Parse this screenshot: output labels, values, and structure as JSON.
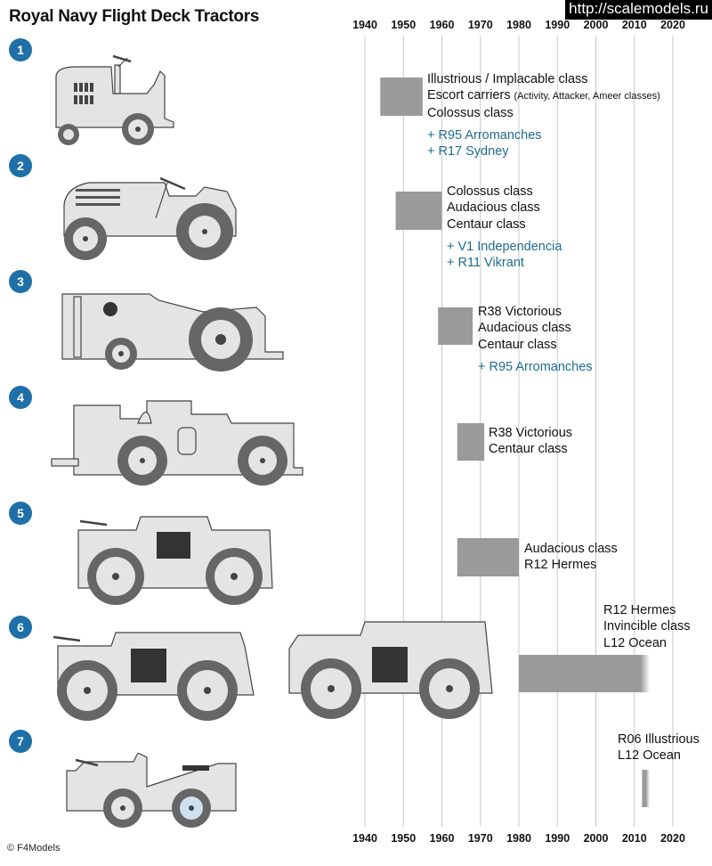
{
  "title": "Royal Navy Flight Deck Tractors",
  "watermark": "http://scalemodels.ru",
  "copyright": "© F4Models",
  "colors": {
    "badge": "#1f6fa8",
    "bar": "#9a9a9a",
    "addition_text": "#1f6c8f",
    "vehicle_fill": "#e4e4e4",
    "tire": "#666666",
    "grid": "#c8c8c8"
  },
  "icons": [
    "tractor-1-icon",
    "tractor-2-icon",
    "tractor-3-icon",
    "tractor-4-icon",
    "tractor-5-icon",
    "tractor-6a-icon",
    "tractor-6b-icon",
    "tractor-7-icon"
  ],
  "chart_data": {
    "type": "bar",
    "orientation": "horizontal",
    "x_axis": {
      "ticks": [
        "1940",
        "1950",
        "1960",
        "1970",
        "1980",
        "1990",
        "2000",
        "2010",
        "2020"
      ],
      "range": [
        1937,
        2027
      ],
      "position": "top-and-bottom",
      "grid": true
    },
    "rows": [
      {
        "id": "1",
        "start": 1944,
        "end": 1955,
        "lines": [
          {
            "text": "Illustrious / Implacable class"
          },
          {
            "text": "Escort carriers",
            "note": "(Activity, Attacker, Ameer classes)"
          },
          {
            "text": "Colossus class"
          }
        ],
        "additions": [
          "+ R95 Arromanches",
          "+ R17 Sydney"
        ]
      },
      {
        "id": "2",
        "start": 1948,
        "end": 1960,
        "lines": [
          {
            "text": "Colossus class"
          },
          {
            "text": "Audacious class"
          },
          {
            "text": "Centaur class"
          }
        ],
        "additions": [
          "+ V1 Independencia",
          "+ R11 Vikrant"
        ]
      },
      {
        "id": "3",
        "start": 1959,
        "end": 1968,
        "lines": [
          {
            "text": "R38 Victorious"
          },
          {
            "text": "Audacious class"
          },
          {
            "text": "Centaur class"
          }
        ],
        "additions": [
          "+ R95 Arromanches"
        ]
      },
      {
        "id": "4",
        "start": 1964,
        "end": 1971,
        "lines": [
          {
            "text": "R38 Victorious"
          },
          {
            "text": "Centaur class"
          }
        ],
        "additions": []
      },
      {
        "id": "5",
        "start": 1964,
        "end": 1980,
        "lines": [
          {
            "text": "Audacious class"
          },
          {
            "text": "R12 Hermes"
          }
        ],
        "additions": []
      },
      {
        "id": "6",
        "start": 1980,
        "end": 2014,
        "fade_end": true,
        "lines": [
          {
            "text": "R12 Hermes"
          },
          {
            "text": "Invincible class"
          },
          {
            "text": "L12 Ocean"
          }
        ],
        "additions": []
      },
      {
        "id": "7",
        "start": 2012,
        "end": 2014,
        "fade_end": true,
        "lines": [
          {
            "text": "R06 Illustrious"
          },
          {
            "text": "L12 Ocean"
          }
        ],
        "additions": []
      }
    ]
  }
}
